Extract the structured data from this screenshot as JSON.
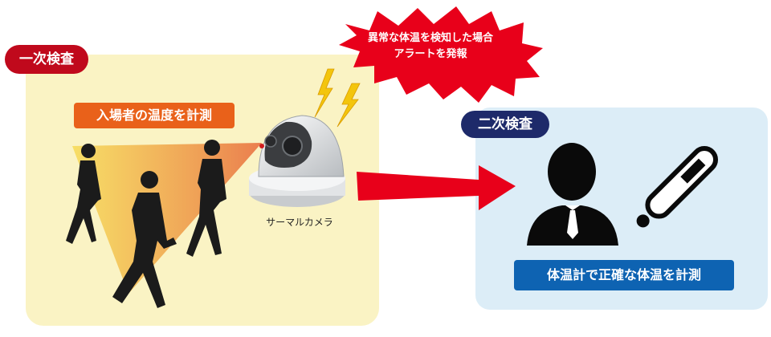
{
  "first_inspection": {
    "label": "一次検査",
    "measure_label": "入場者の温度を計測"
  },
  "camera": {
    "caption": "サーマルカメラ"
  },
  "alert": {
    "line1": "異常な体温を検知した場合",
    "line2": "アラートを発報"
  },
  "second_inspection": {
    "label": "二次検査",
    "measure_label": "体温計で正確な体温を計測"
  },
  "colors": {
    "left_panel": "#faf3c4",
    "right_panel": "#dcedf7",
    "red_pill": "#c0091c",
    "navy_pill": "#1e2a6a",
    "orange_label": "#e9611a",
    "blue_label": "#0e63b2",
    "arrow": "#e8001a",
    "burst": "#e8001a",
    "lightning": "#f3c50d"
  },
  "icons": [
    "walking-person-icon",
    "thermal-camera-icon",
    "lightning-icon",
    "alert-burst-icon",
    "person-icon",
    "thermometer-icon",
    "arrow-right-icon"
  ]
}
